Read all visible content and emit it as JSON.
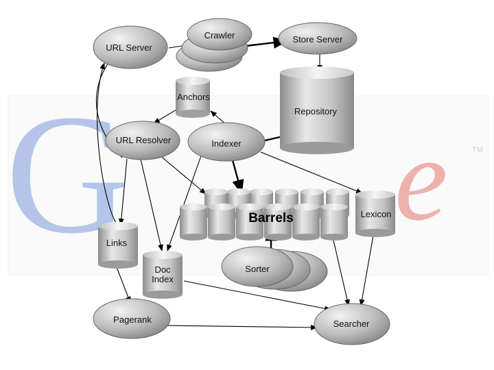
{
  "background_logo": {
    "text": "Google",
    "trademark": "TM",
    "colors": {
      "G": "#5a7fd0",
      "o1": "#d9564e",
      "o2": "#e6c353",
      "g": "#5a7fd0",
      "l": "#4caa5a",
      "e": "#d9564e"
    }
  },
  "nodes": {
    "url_server": "URL Server",
    "crawler": "Crawler",
    "store_server": "Store Server",
    "anchors": "Anchors",
    "repository": "Repository",
    "url_resolver": "URL Resolver",
    "indexer": "Indexer",
    "barrels": "Barrels",
    "lexicon": "Lexicon",
    "links": "Links",
    "doc_index": [
      "Doc",
      "Index"
    ],
    "sorter": "Sorter",
    "pagerank": "Pagerank",
    "searcher": "Searcher"
  },
  "colors": {
    "node_fill_light": "#e6e6e6",
    "node_fill_dark": "#9a9a9a",
    "edge": "#000000"
  }
}
